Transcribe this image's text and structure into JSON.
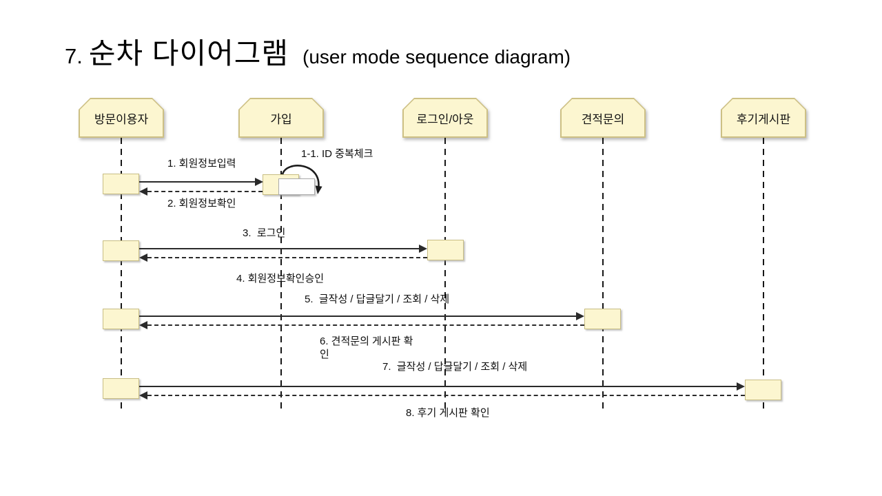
{
  "slide_title": {
    "number": "7.",
    "main": "순차 다이어그램",
    "sub": "(user mode sequence diagram)"
  },
  "diagram": {
    "type": "uml-sequence",
    "actors": [
      {
        "label": "방문이용자"
      },
      {
        "label": "가입"
      },
      {
        "label": "로그인/아웃"
      },
      {
        "label": "견적문의"
      },
      {
        "label": "후기게시판"
      }
    ],
    "messages": [
      {
        "label": "1. 회원정보입력",
        "from": "방문이용자",
        "to": "가입",
        "line": "solid"
      },
      {
        "label": "1-1. ID 중복체크",
        "from": "가입",
        "to": "가입",
        "line": "self-loop"
      },
      {
        "label": "2. 회원정보확인",
        "from": "가입",
        "to": "방문이용자",
        "line": "dashed"
      },
      {
        "label": "3.  로그인",
        "from": "방문이용자",
        "to": "로그인/아웃",
        "line": "solid"
      },
      {
        "label": "4. 회원정보확인승인",
        "from": "로그인/아웃",
        "to": "방문이용자",
        "line": "dashed"
      },
      {
        "label": "5.  글작성 / 답글달기 / 조회 / 삭제",
        "from": "방문이용자",
        "to": "견적문의",
        "line": "solid"
      },
      {
        "label": "6. 견적문의 게시판 확\n인",
        "from": "견적문의",
        "to": "방문이용자",
        "line": "dashed"
      },
      {
        "label": "7.  글작성 / 답글달기 / 조회 / 삭제",
        "from": "방문이용자",
        "to": "후기게시판",
        "line": "solid"
      },
      {
        "label": "8. 후기 게시판 확인",
        "from": "후기게시판",
        "to": "방문이용자",
        "line": "dashed"
      }
    ]
  },
  "colors": {
    "background": "#FFFFFF",
    "box_fill": "#FCF6D0",
    "box_border": "#CDC084",
    "line": "#2A2A2A",
    "text": "#111111"
  }
}
